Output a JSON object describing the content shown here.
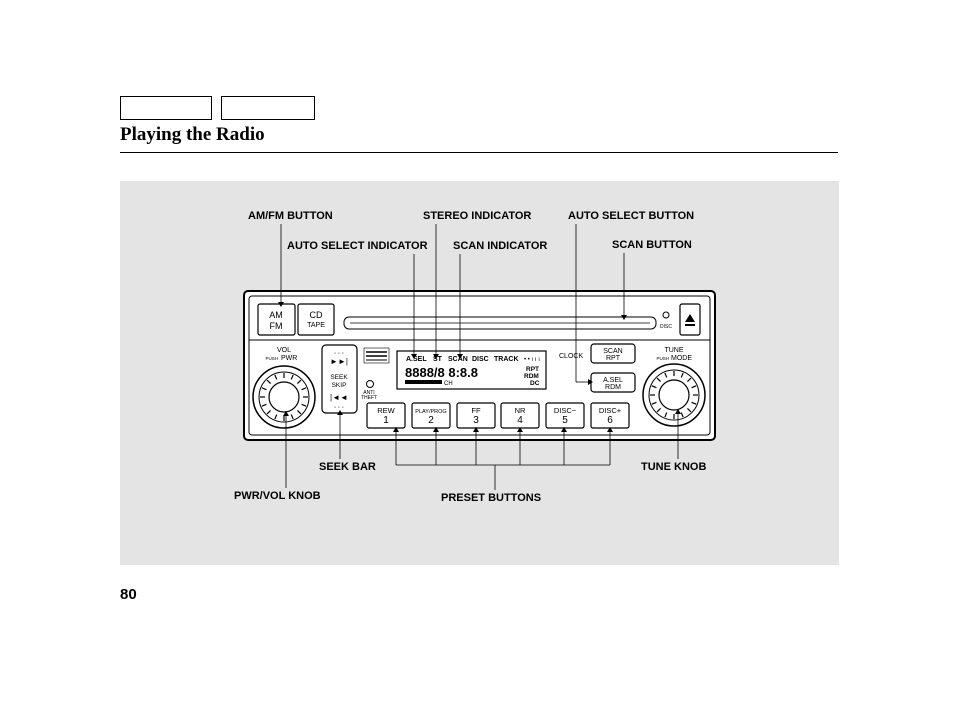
{
  "header": {
    "tabs": [
      "",
      ""
    ],
    "title": "Playing the Radio"
  },
  "page_number": "80",
  "callouts": {
    "amfm_button": "AM/FM BUTTON",
    "stereo_indicator": "STEREO INDICATOR",
    "auto_select_button": "AUTO SELECT BUTTON",
    "auto_select_indicator": "AUTO SELECT INDICATOR",
    "scan_indicator": "SCAN INDICATOR",
    "scan_button": "SCAN BUTTON",
    "seek_bar": "SEEK BAR",
    "tune_knob": "TUNE KNOB",
    "pwr_vol_knob": "PWR/VOL KNOB",
    "preset_buttons": "PRESET BUTTONS"
  },
  "radio": {
    "am_label": "AM",
    "fm_label": "FM",
    "cd_label": "CD",
    "tape_label": "TAPE",
    "disc_label": "DISC",
    "vol_label": "VOL",
    "push_label": "PUSH",
    "pwr_label": "PWR",
    "seek_label": "SEEK",
    "skip_label": "SKIP",
    "anti_theft_label_1": "ANTI",
    "anti_theft_label_2": "THEFT",
    "clock_label": "CLOCK",
    "scan_btn_1": "SCAN",
    "scan_btn_2": "RPT",
    "asel_btn_1": "A.SEL",
    "asel_btn_2": "RDM",
    "tune_label": "TUNE",
    "mode_label": "MODE",
    "display": {
      "asel": "A.SEL",
      "st": "ST",
      "scan": "SCAN",
      "disc": "DISC",
      "track": "TRACK",
      "ch": "CH",
      "rpt": "RPT",
      "rdm": "RDM",
      "dc": "DC",
      "digits": "8888/8 8:8.8"
    },
    "presets": [
      {
        "top": "REW",
        "num": "1"
      },
      {
        "top": "PLAY/PROG",
        "num": "2"
      },
      {
        "top": "FF",
        "num": "3"
      },
      {
        "top": "NR",
        "num": "4"
      },
      {
        "top": "DISC−",
        "num": "5"
      },
      {
        "top": "DISC+",
        "num": "6"
      }
    ]
  }
}
